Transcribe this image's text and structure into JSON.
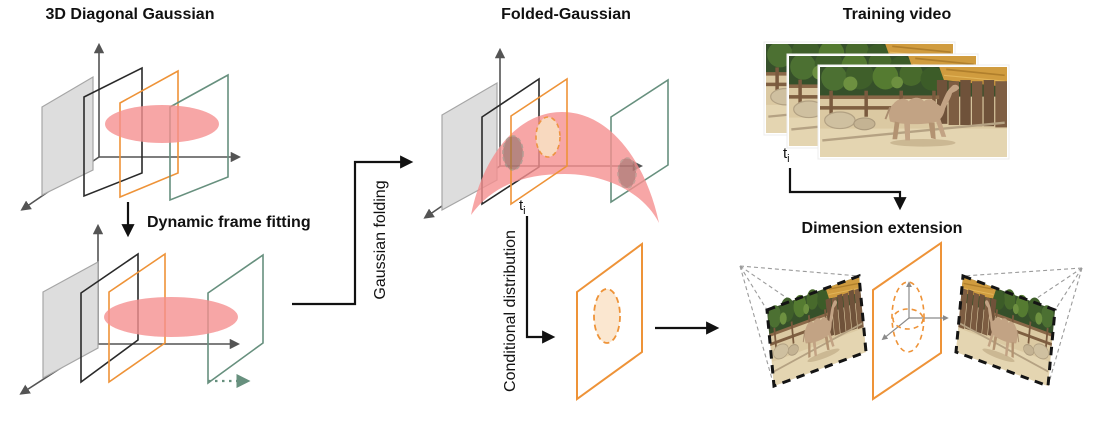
{
  "figure": {
    "sections": {
      "diagonal_gaussian": {
        "title": "3D Diagonal Gaussian"
      },
      "folded_gaussian": {
        "title": "Folded-Gaussian"
      },
      "training_video": {
        "title": "Training video"
      },
      "dimension_extension": {
        "title": "Dimension extension"
      }
    },
    "labels": {
      "dynamic_frame_fitting": "Dynamic frame fitting",
      "gaussian_folding": "Gaussian folding",
      "conditional_distribution": "Conditional distribution",
      "time_base": "t",
      "time_sub": "i"
    },
    "colors": {
      "gaussian_pink": "#f59090",
      "plane_orange": "#ee9338",
      "plane_teal": "#67907e",
      "plane_black": "#2a2a2a",
      "plane_gray_fill": "#dddddd",
      "plane_gray_stroke": "#a6a6a6",
      "axis_gray": "#545454",
      "arrow_black": "#111111",
      "peach_fill": "#fbe7d0",
      "frustum_dash_gray": "#9b9b9b"
    }
  }
}
